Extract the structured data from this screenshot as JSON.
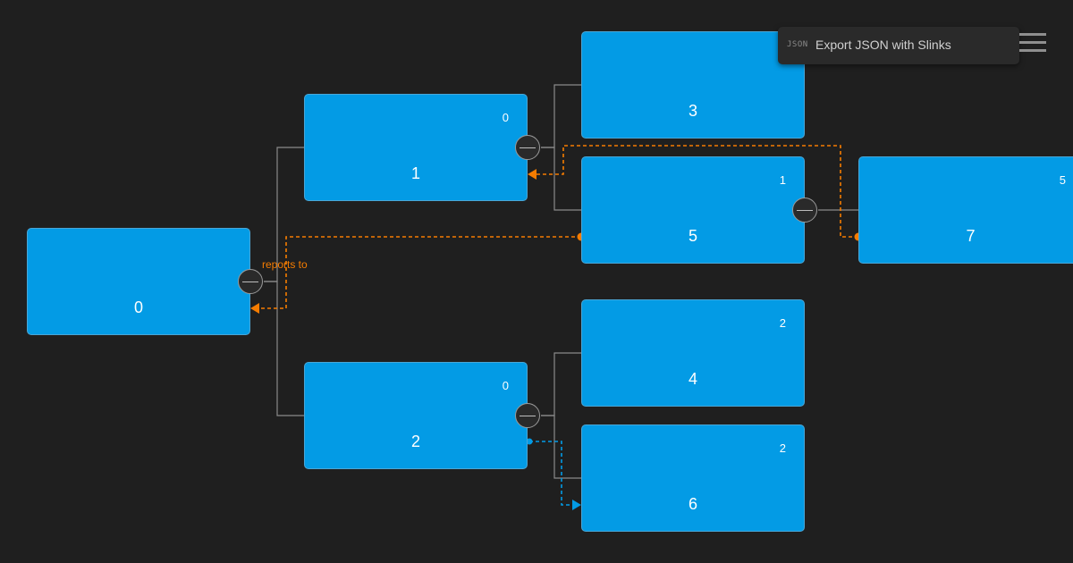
{
  "nodes": {
    "n0": {
      "name": "0",
      "count": ""
    },
    "n1": {
      "name": "1",
      "count": "0"
    },
    "n2": {
      "name": "2",
      "count": "0"
    },
    "n3": {
      "name": "3",
      "count": ""
    },
    "n4": {
      "name": "4",
      "count": "2"
    },
    "n5": {
      "name": "5",
      "count": "1"
    },
    "n6": {
      "name": "6",
      "count": "2"
    },
    "n7": {
      "name": "7",
      "count": "5"
    }
  },
  "menu": {
    "export_icon_text": "JSON",
    "export_label": "Export JSON with Slinks"
  },
  "slinks": {
    "reports_label": "reports to"
  },
  "colors": {
    "background": "#1f1f1f",
    "node_fill": "#039be5",
    "link_line": "#8a8a8a",
    "slink_orange": "#f57c00",
    "slink_blue": "#039be5"
  }
}
